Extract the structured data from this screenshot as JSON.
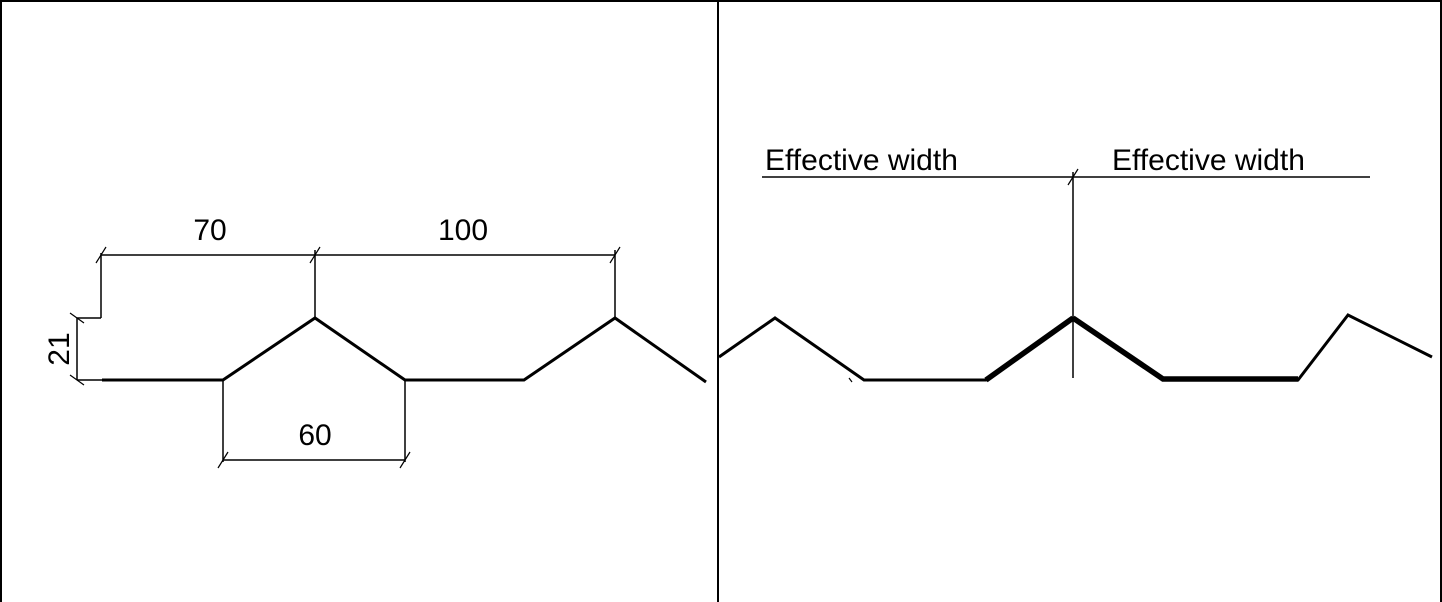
{
  "left_panel": {
    "dimensions": {
      "rib_to_crest": "70",
      "crest_pitch": "100",
      "height": "21",
      "trough_width": "60"
    }
  },
  "right_panel": {
    "labels": {
      "effective_width_left": "Effective width",
      "effective_width_right": "Effective width"
    }
  },
  "colors": {
    "line": "#000000",
    "background": "#ffffff"
  }
}
